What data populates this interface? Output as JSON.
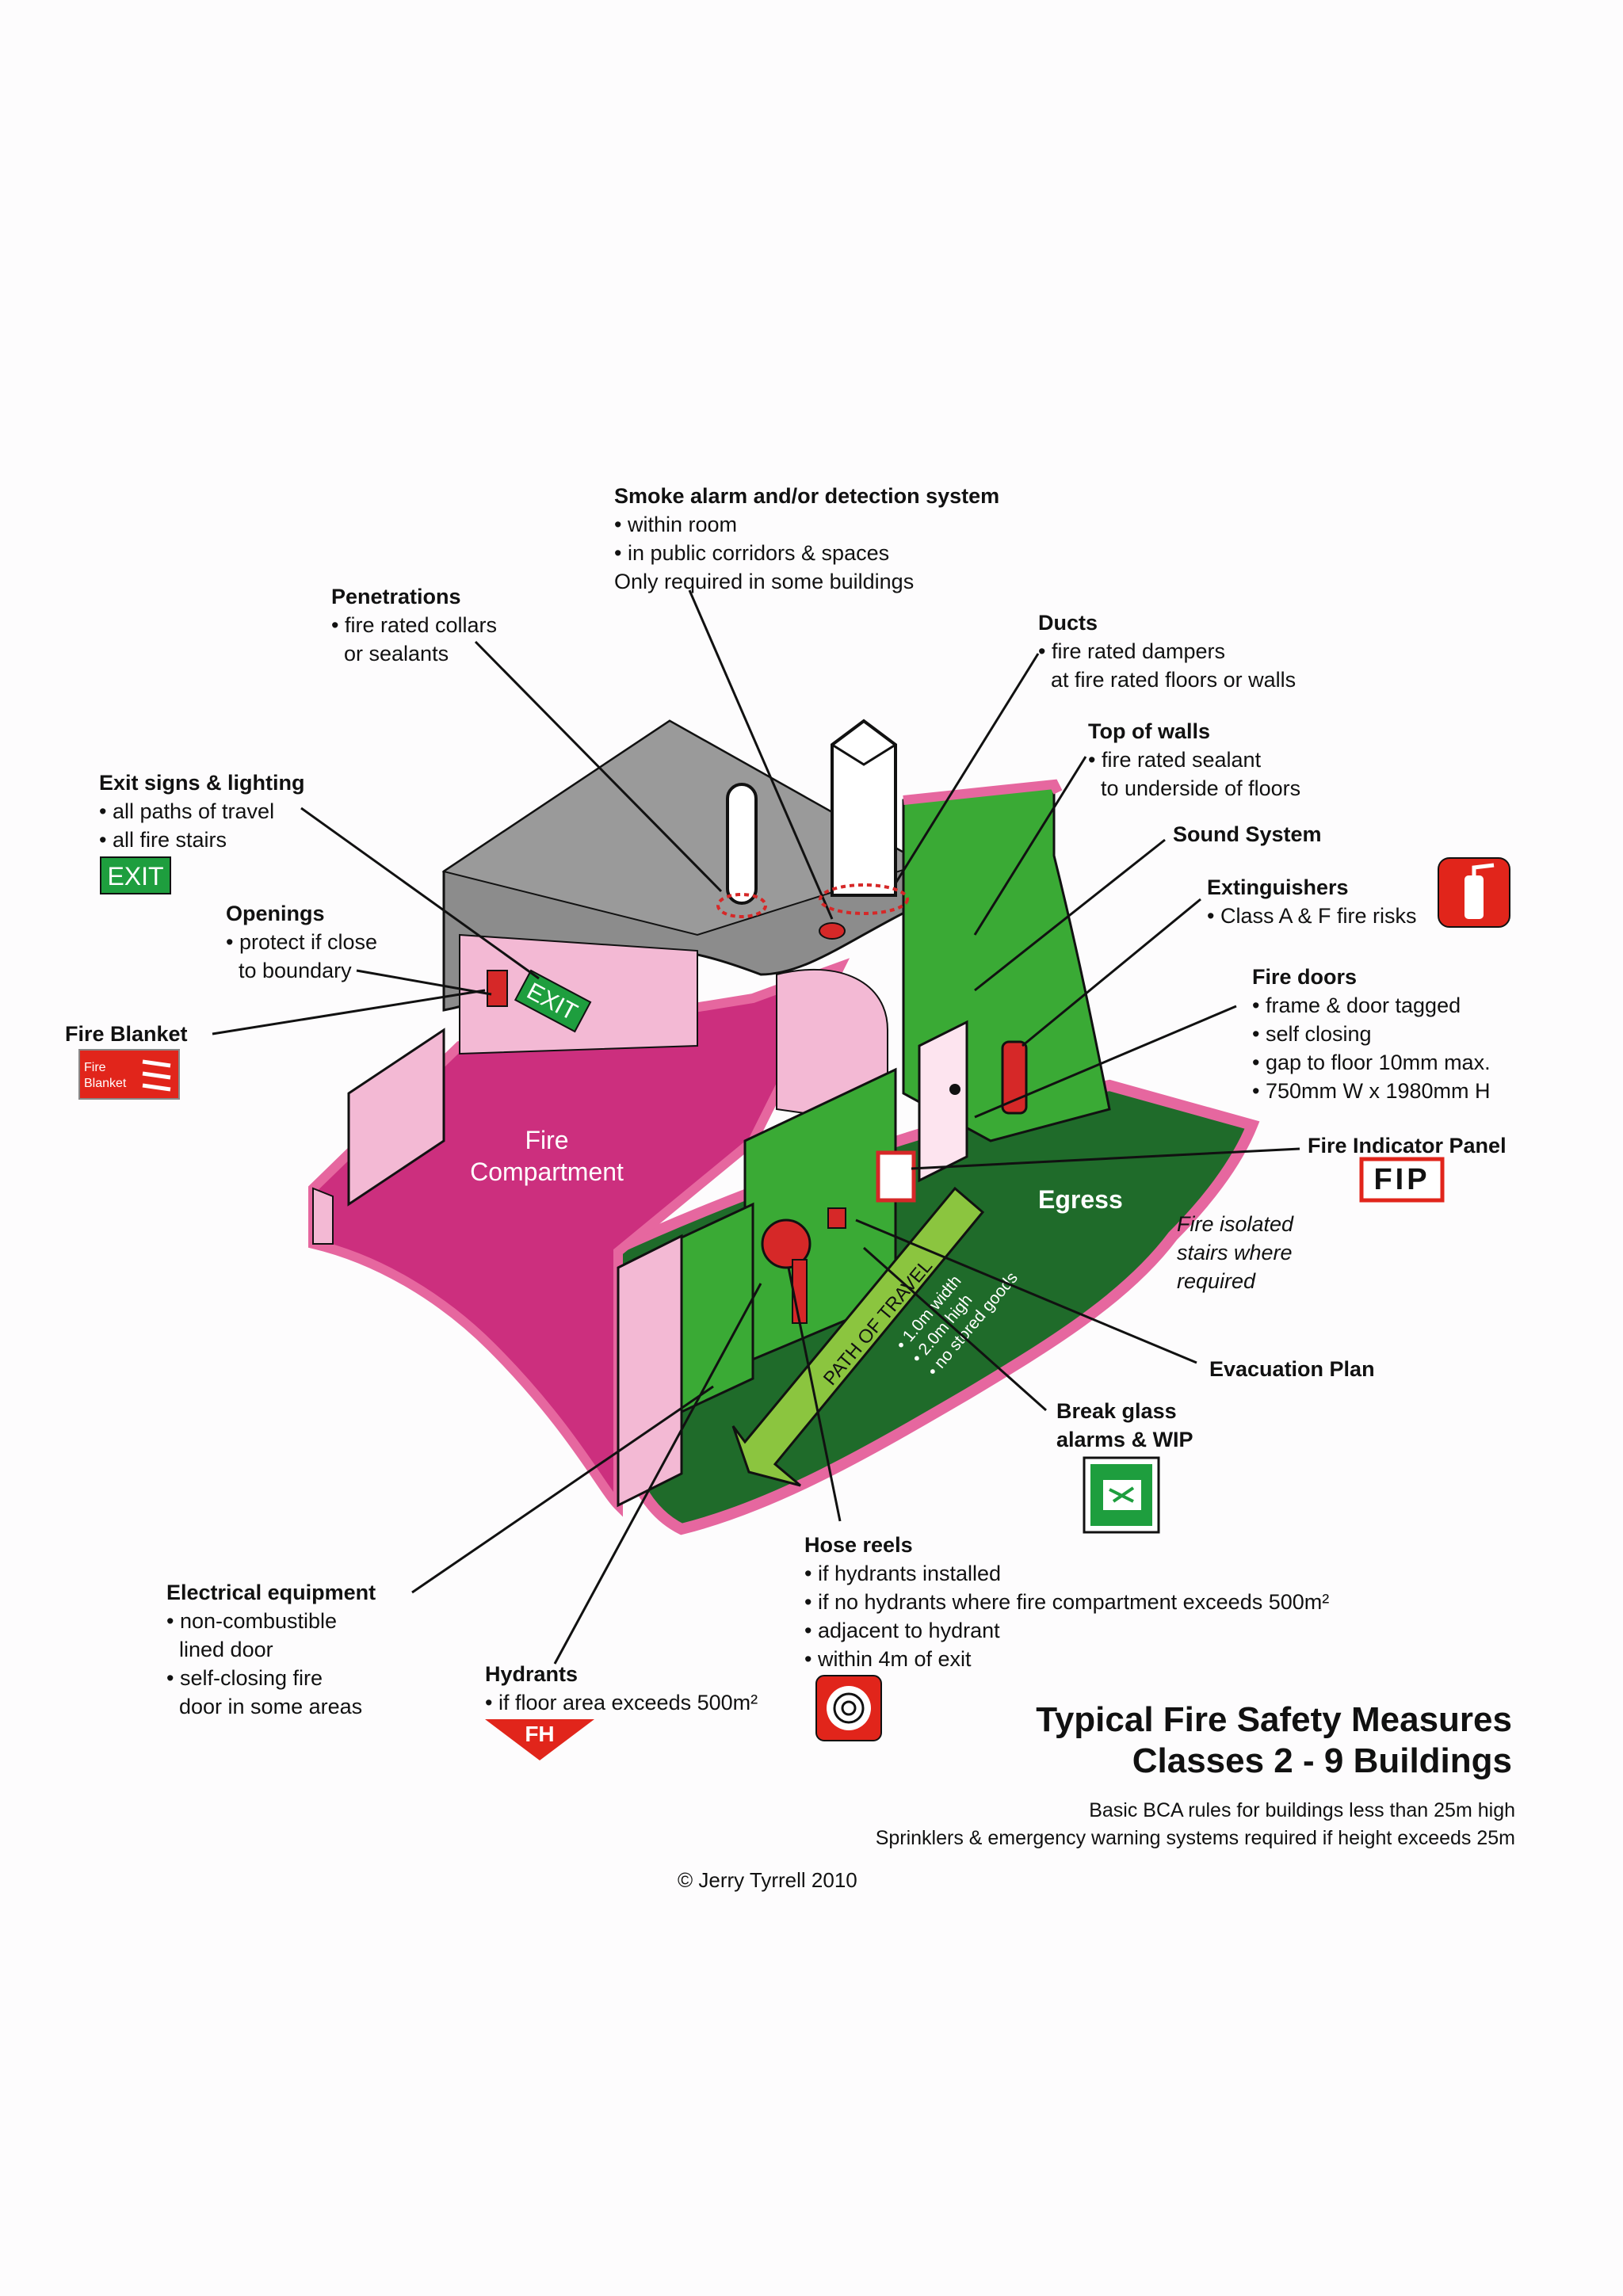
{
  "labels": {
    "smoke": {
      "title": "Smoke alarm and/or detection system",
      "lines": [
        "• within room",
        "• in public corridors & spaces",
        "Only required in some buildings"
      ]
    },
    "penetrations": {
      "title": "Penetrations",
      "lines": [
        "• fire rated collars",
        "  or sealants"
      ]
    },
    "ducts": {
      "title": "Ducts",
      "lines": [
        "• fire rated dampers",
        "  at fire rated floors or walls"
      ]
    },
    "top_walls": {
      "title": "Top of walls",
      "lines": [
        "• fire rated sealant",
        "  to underside of floors"
      ]
    },
    "sound": {
      "title": "Sound System"
    },
    "extinguishers": {
      "title": "Extinguishers",
      "lines": [
        "• Class A & F fire risks"
      ]
    },
    "fire_doors": {
      "title": "Fire doors",
      "lines": [
        "• frame & door tagged",
        "• self closing",
        "• gap to floor 10mm max.",
        "• 750mm W x 1980mm H"
      ]
    },
    "fip": {
      "title": "Fire Indicator Panel",
      "badge": "FIP"
    },
    "exit_signs": {
      "title": "Exit signs & lighting",
      "lines": [
        "• all paths of travel",
        "• all fire stairs"
      ],
      "badge": "EXIT"
    },
    "openings": {
      "title": "Openings",
      "lines": [
        "• protect if close",
        "  to boundary"
      ]
    },
    "fire_blanket": {
      "title": "Fire Blanket",
      "badge_line1": "Fire",
      "badge_line2": "Blanket"
    },
    "evacuation": {
      "title": "Evacuation Plan"
    },
    "break_glass": {
      "title": "Break glass",
      "lines": [
        "alarms & WIP"
      ]
    },
    "fire_isolated": {
      "lines": [
        "Fire isolated",
        "stairs where",
        "required"
      ]
    },
    "hose_reels": {
      "title": "Hose reels",
      "lines": [
        "• if hydrants installed",
        "• if no hydrants where fire compartment exceeds 500m²",
        "• adjacent to hydrant",
        "• within 4m of exit"
      ]
    },
    "electrical": {
      "title": "Electrical equipment",
      "lines": [
        "• non-combustible",
        "  lined door",
        "• self-closing fire",
        "  door in some areas"
      ]
    },
    "hydrants": {
      "title": "Hydrants",
      "lines": [
        "• if floor area exceeds 500m²"
      ],
      "badge": "FH"
    }
  },
  "diagram": {
    "fire_compartment": "Fire Compartment",
    "egress": "Egress",
    "exit_sign": "EXIT",
    "path_of_travel": "PATH OF TRAVEL",
    "path_notes": [
      "• 1.0m width",
      "• 2.0m high",
      "• no stored goods"
    ]
  },
  "title": {
    "line1": "Typical Fire Safety Measures",
    "line2": "Classes 2 - 9 Buildings"
  },
  "subtitle": {
    "line1": "Basic BCA rules for buildings less than 25m high",
    "line2": "Sprinklers & emergency warning systems required if height exceeds 25m"
  },
  "copyright": "© Jerry Tyrrell 2010",
  "colors": {
    "compartment": "#cc2f7e",
    "pink_wall": "#f3b9d4",
    "green_wall": "#3aaa35",
    "dark_green_floor": "#1f6b2a",
    "path_arrow": "#8bc53f",
    "roof_grey": "#8c8c8c",
    "sign_red": "#e1251b",
    "exit_green": "#1e9e3e"
  }
}
